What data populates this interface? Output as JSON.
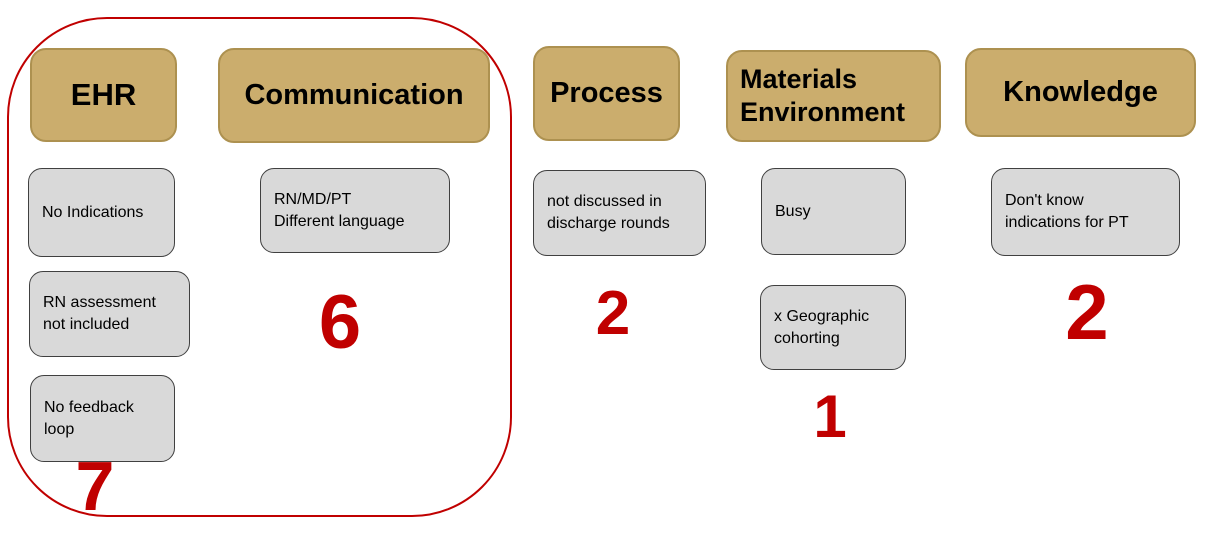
{
  "colors": {
    "header_fill": "#CBAD6D",
    "header_border": "#AD9150",
    "note_fill": "#D9D9D9",
    "note_border": "#404040",
    "accent_red": "#C00000",
    "background": "#FFFFFF"
  },
  "highlight_outline": {
    "color": "#C00000",
    "encloses": [
      "EHR",
      "Communication"
    ]
  },
  "columns": [
    {
      "header": "EHR",
      "notes": [
        "No Indications",
        "RN assessment\nnot included",
        "No feedback\nloop"
      ],
      "count": "7",
      "highlighted": true
    },
    {
      "header": "Communication",
      "notes": [
        "RN/MD/PT\nDifferent language"
      ],
      "count": "6",
      "highlighted": true
    },
    {
      "header": "Process",
      "notes": [
        "not discussed in\ndischarge rounds"
      ],
      "count": "2",
      "highlighted": false
    },
    {
      "header": "Materials\nEnvironment",
      "notes": [
        "Busy",
        "x Geographic\ncohorting"
      ],
      "count": "1",
      "highlighted": false
    },
    {
      "header": "Knowledge",
      "notes": [
        "Don't know\nindications for PT"
      ],
      "count": "2",
      "highlighted": false
    }
  ]
}
